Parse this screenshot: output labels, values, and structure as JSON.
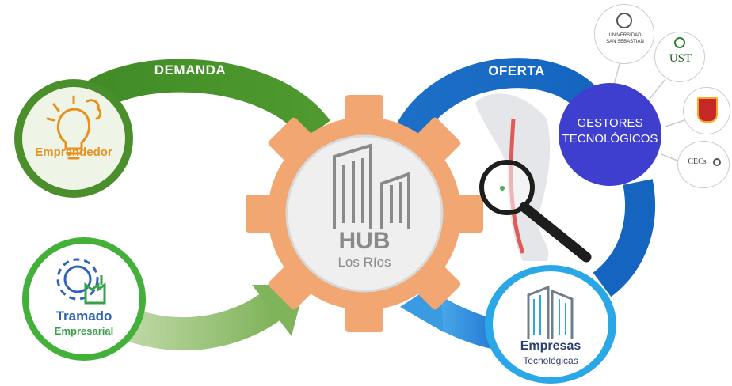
{
  "flows": {
    "demand_label": "DEMANDA",
    "offer_label": "OFERTA"
  },
  "hub": {
    "title": "HUB",
    "subtitle": "Los Ríos"
  },
  "nodes": {
    "entrepreneur": "Emprendedor",
    "business_line1": "Tramado",
    "business_line2": "Empresarial",
    "tech_companies_line1": "Empresas",
    "tech_companies_line2": "Tecnológicas",
    "managers_line1": "GESTORES",
    "managers_line2": "TECNOLÓGICOS"
  },
  "logos": {
    "uss_line1": "UNIVERSIDAD",
    "uss_line2": "SAN SEBASTIAN",
    "ust": "UST",
    "cecs": "CECs"
  },
  "colors": {
    "green_dark": "#3f8a26",
    "green_light": "#9cc47a",
    "blue_dark": "#1565c0",
    "blue_light": "#3ea6e6",
    "gear": "#f2a772",
    "managers": "#3f3fcf",
    "entrepreneur_text": "#e8901e",
    "business_text": "#2f63b5"
  }
}
